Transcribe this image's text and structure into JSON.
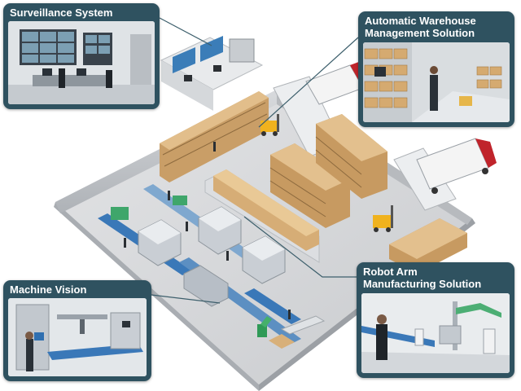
{
  "callouts": {
    "surveillance": {
      "title": "Surveillance System",
      "icon": "monitor-wall-icon"
    },
    "warehouse": {
      "title": "Automatic Warehouse\nManagement Solution",
      "icon": "warehouse-shelves-icon"
    },
    "machine_vision": {
      "title": "Machine Vision",
      "icon": "camera-inspection-icon"
    },
    "robot_arm": {
      "title": "Robot Arm\nManufacturing Solution",
      "icon": "robot-arm-icon"
    }
  },
  "colors": {
    "callout_bg": "#2f5260",
    "connector": "#3d5f6c",
    "floor": "#d6d7d9",
    "wall": "#bfc2c6",
    "box": "#d8b07a",
    "box_dark": "#b88e5a",
    "conveyor_blue": "#3a78b8",
    "forklift": "#f0b21e",
    "truck_red": "#c0242b"
  }
}
